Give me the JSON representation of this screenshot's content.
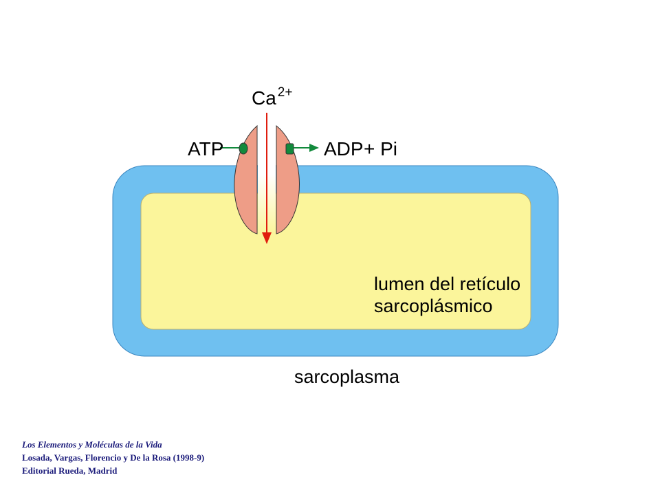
{
  "diagram": {
    "ion_label": "Ca",
    "ion_charge": "2+",
    "atp_label": "ATP",
    "adp_label": "ADP",
    "plus_pi_label": "+ Pi",
    "lumen_label_line1": "lumen del retículo",
    "lumen_label_line2": "sarcoplásmico",
    "outside_label": "sarcoplasma"
  },
  "credits": {
    "title": "Los Elementos y Moléculas de la Vida",
    "authors": "Losada, Vargas, Florencio y De la Rosa (1998-9)",
    "publisher": "Editorial Rueda, Madrid"
  },
  "colors": {
    "membrane": "#6fc0f0",
    "lumen": "#fbf59b",
    "pump": "#ee9d87",
    "arrow_calcium": "#e01d0f",
    "arrow_atp": "#128a3c",
    "credits_text": "#1a1a7a"
  }
}
